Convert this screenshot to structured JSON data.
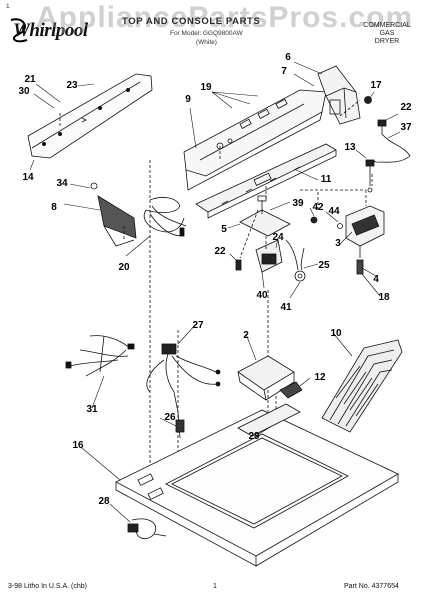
{
  "header": {
    "corner_mark": "1",
    "brand": "Whirlpool",
    "watermark": "AppliancePartsPros.com",
    "title": "TOP AND CONSOLE PARTS",
    "model_line": "For Model: GGQ9800AW",
    "color_line": "(White)",
    "dryer_type": [
      "COMMERCIAL",
      "GAS",
      "DRYER"
    ]
  },
  "footer": {
    "litho": "3-98 Litho In U.S.A. (chb)",
    "page": "1",
    "part_number": "Part No. 4377654"
  },
  "callouts": {
    "21": "21",
    "30": "30",
    "23": "23",
    "14": "14",
    "9": "9",
    "19": "19",
    "6": "6",
    "7": "7",
    "17": "17",
    "22a": "22",
    "37": "37",
    "13": "13",
    "11": "11",
    "34": "34",
    "8": "8",
    "20": "20",
    "39": "39",
    "42": "42",
    "44": "44",
    "5": "5",
    "24": "24",
    "3": "3",
    "22b": "22",
    "25": "25",
    "4": "4",
    "40": "40",
    "41": "41",
    "18": "18",
    "27": "27",
    "2": "2",
    "10": "10",
    "12": "12",
    "31": "31",
    "26": "26",
    "29": "29",
    "16": "16",
    "28": "28"
  }
}
